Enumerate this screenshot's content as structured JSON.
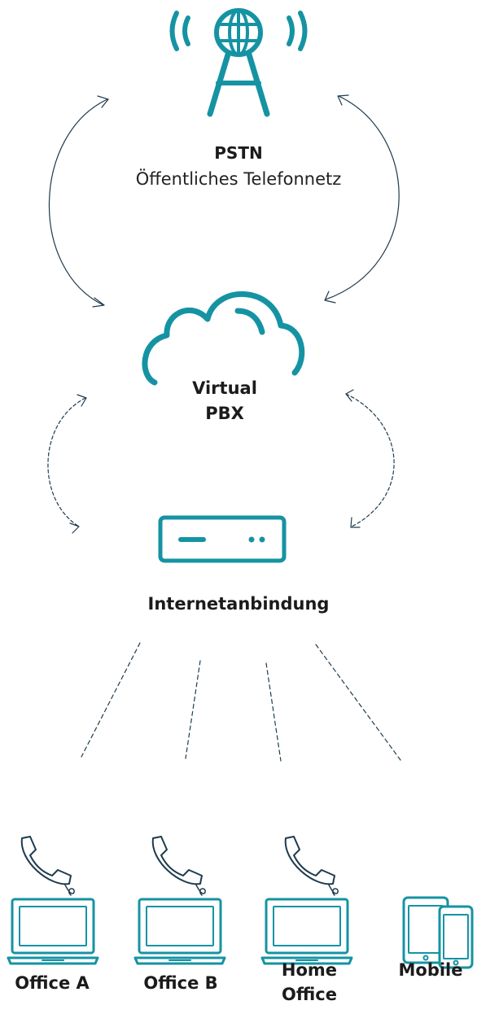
{
  "pstn": {
    "title": "PSTN",
    "subtitle": "Öffentliches Telefonnetz"
  },
  "pbx": {
    "line1": "Virtual",
    "line2": "PBX"
  },
  "internet": {
    "label": "Internetanbindung"
  },
  "devices": [
    {
      "lines": [
        "Office A"
      ]
    },
    {
      "lines": [
        "Office B"
      ]
    },
    {
      "lines": [
        "Home",
        "Office"
      ]
    },
    {
      "lines": [
        "Mobile"
      ]
    }
  ],
  "colors": {
    "icon": "#1593a3",
    "connector": "#1f3b4d",
    "text": "#1b1b1b"
  },
  "icons": [
    "antenna-globe-icon",
    "cloud-icon",
    "router-icon",
    "phone-handset-icon",
    "laptop-icon",
    "tablet-phone-icon"
  ]
}
